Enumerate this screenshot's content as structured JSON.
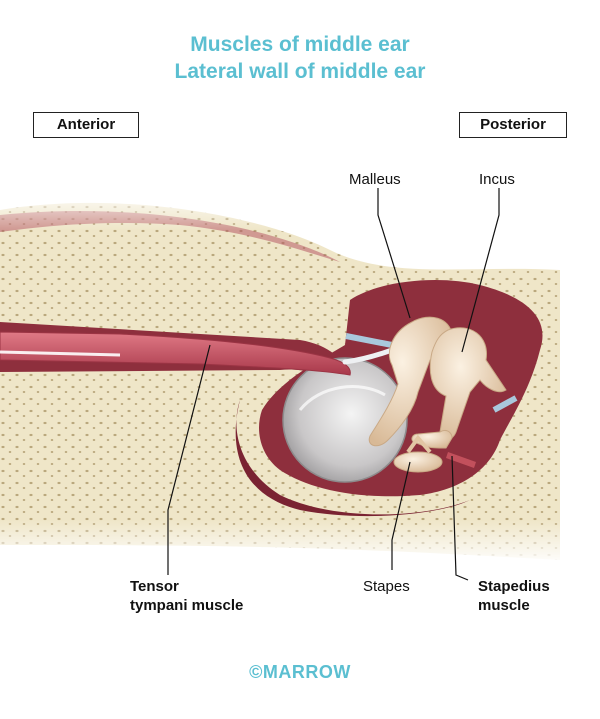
{
  "title": {
    "line1": "Muscles of middle ear",
    "line2": "Lateral wall of middle ear"
  },
  "orientation": {
    "anterior": "Anterior",
    "posterior": "Posterior"
  },
  "labels": {
    "malleus": "Malleus",
    "incus": "Incus",
    "tensor_line1": "Tensor",
    "tensor_line2": "tympani muscle",
    "stapes": "Stapes",
    "stapedius_line1": "Stapedius",
    "stapedius_line2": "muscle"
  },
  "watermark": "MARROW",
  "footer": "©MARROW",
  "colors": {
    "title": "#5bbfd1",
    "bone": "#f1e9cf",
    "cavity": "#8e2f3d",
    "muscle": "#c2505c",
    "ossicle": "#f2dcc0"
  }
}
